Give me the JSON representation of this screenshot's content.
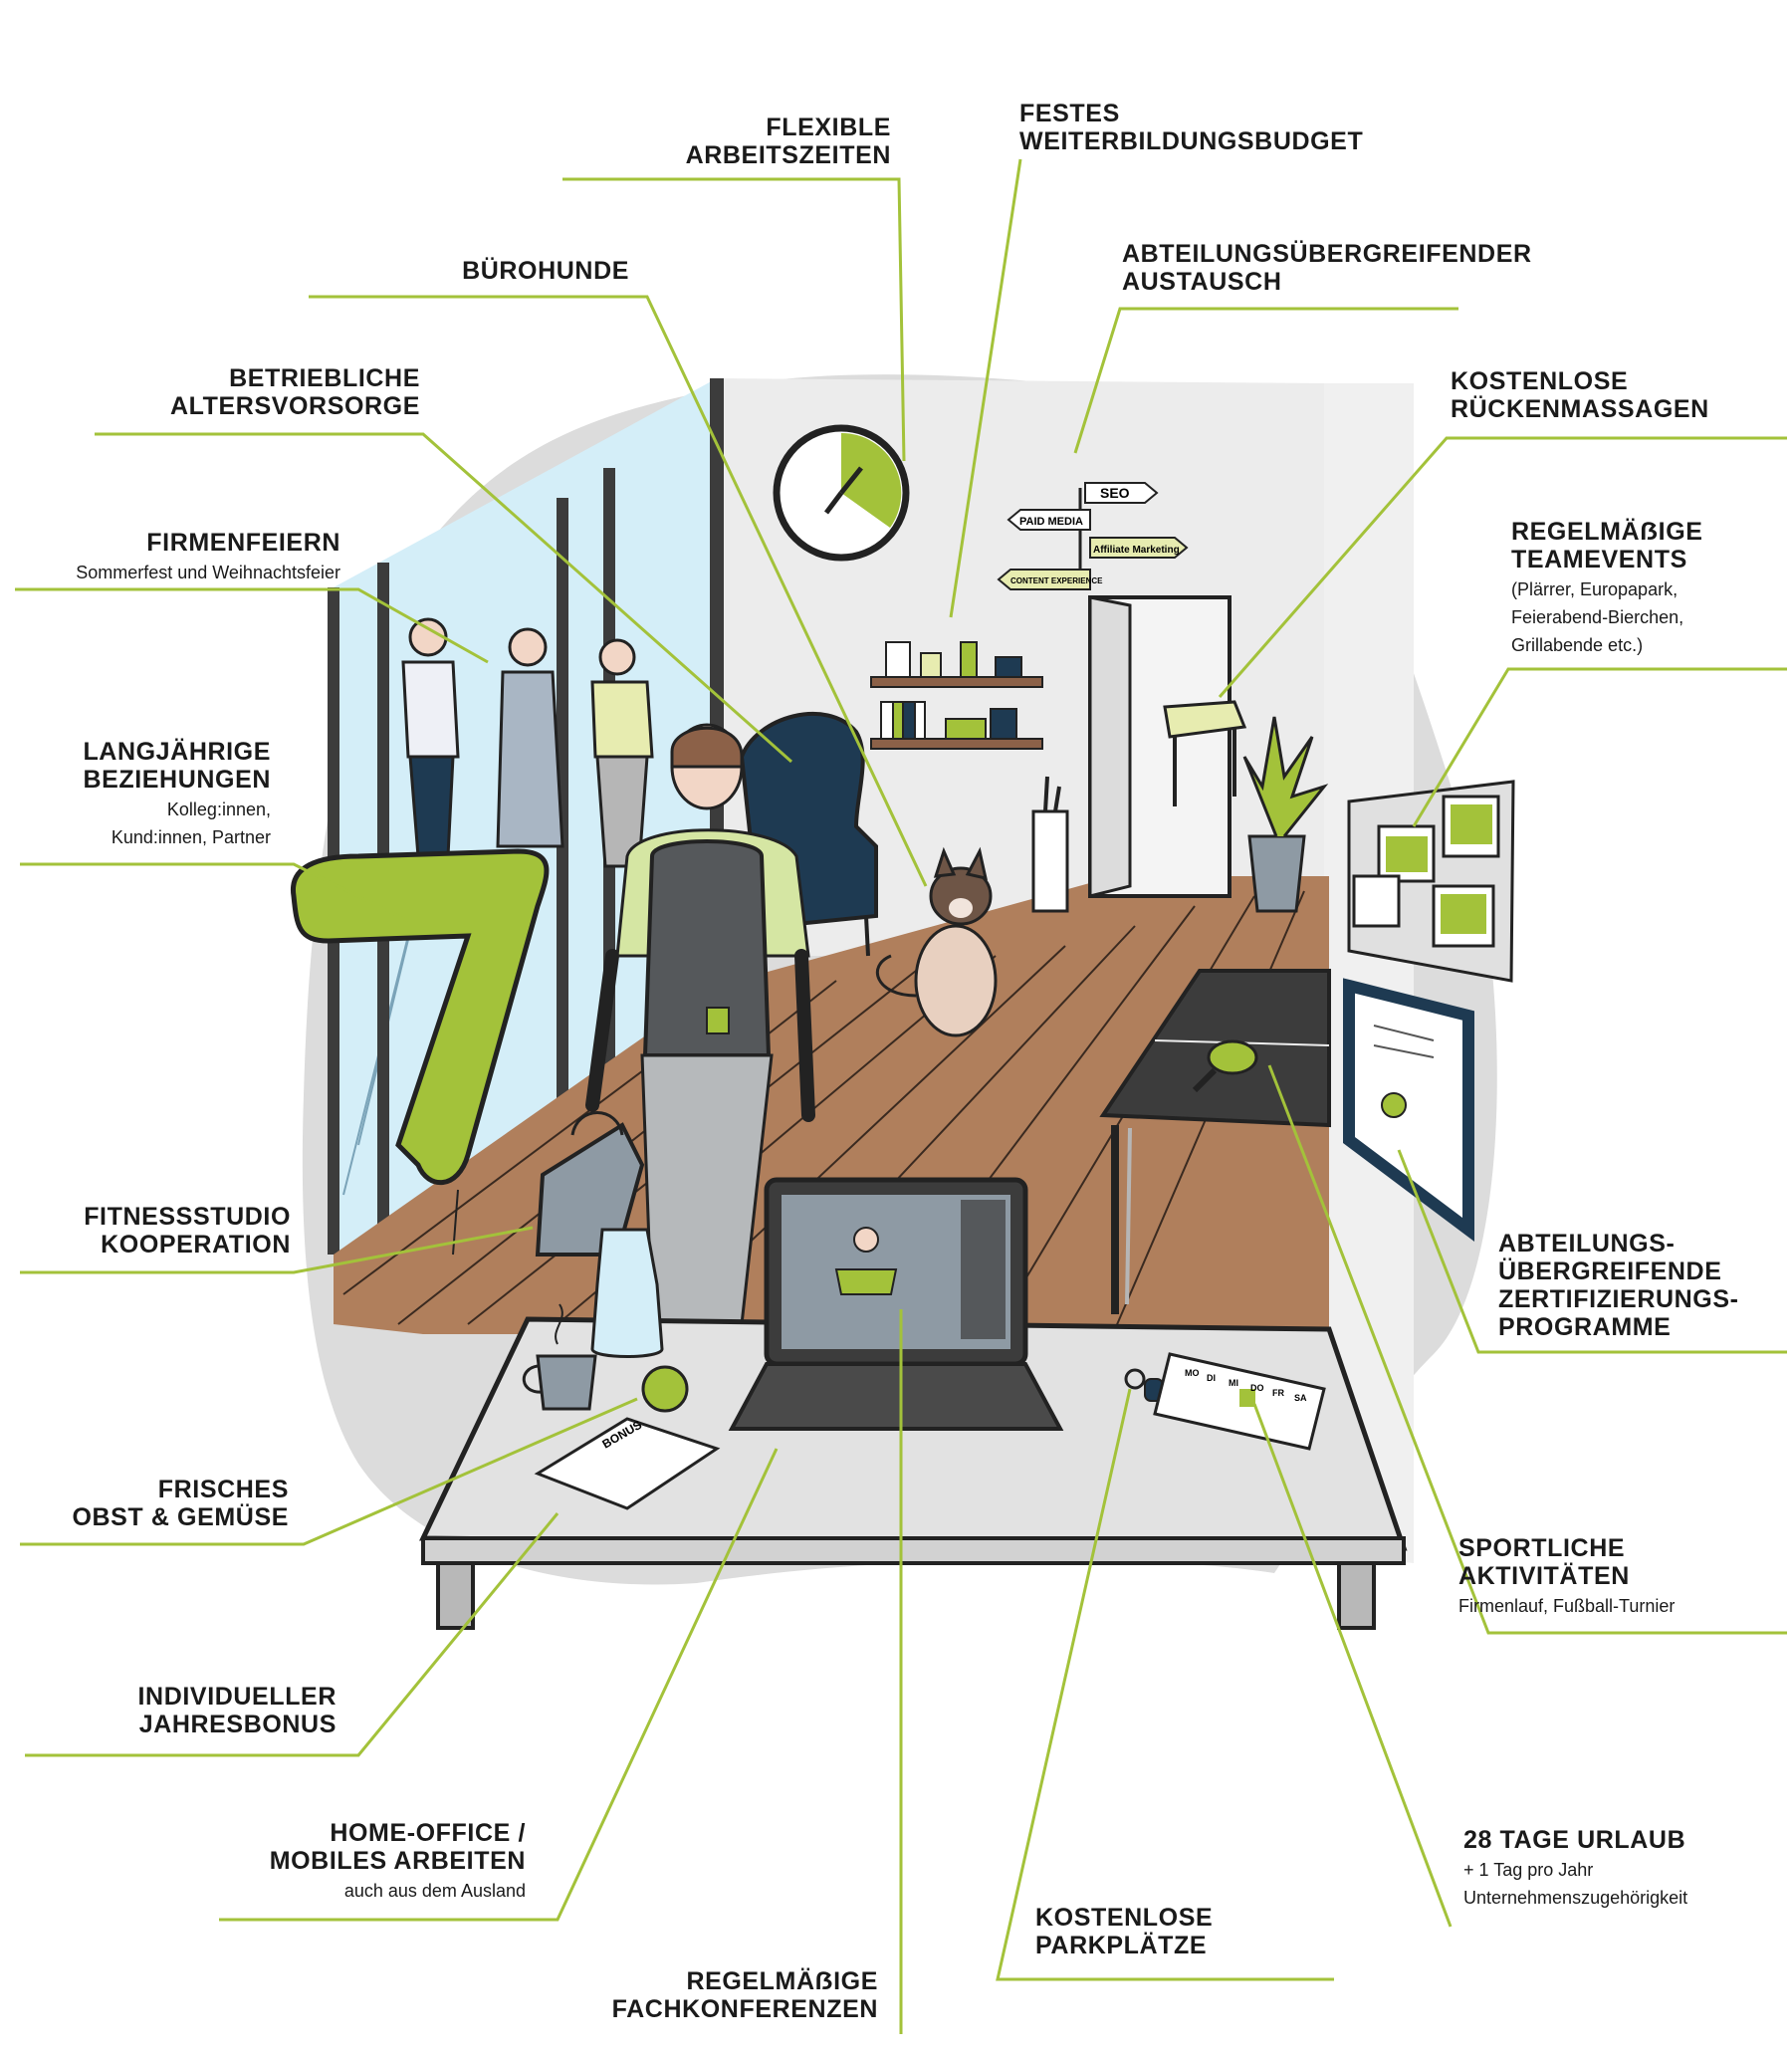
{
  "colors": {
    "accent": "#a3c23a",
    "outline": "#222222",
    "floor": "#b07f5c",
    "navy": "#1e3a52",
    "wall": "#e3e3e3"
  },
  "labels": {
    "flexible": {
      "title": "FLEXIBLE\nARBEITSZEITEN"
    },
    "budget": {
      "title": "FESTES\nWEITERBILDUNGSBUDGET"
    },
    "buerohunde": {
      "title": "BÜROHUNDE"
    },
    "austausch": {
      "title": "ABTEILUNGSÜBERGREIFENDER\nAUSTAUSCH"
    },
    "massagen": {
      "title": "KOSTENLOSE\nRÜCKENMASSAGEN"
    },
    "altersvorsorge": {
      "title": "BETRIEBLICHE\nALTERSVORSORGE"
    },
    "firmenfeiern": {
      "title": "FIRMENFEIERN",
      "sub": "Sommerfest und Weihnachtsfeier"
    },
    "teamevents": {
      "title": "REGELMÄẞIGE\nTEAMEVENTS",
      "sub": "(Plärrer, Europapark,\nFeierabend-Bierchen,\nGrillabende etc.)"
    },
    "beziehungen": {
      "title": "LANGJÄHRIGE\nBEZIEHUNGEN",
      "sub": "Kolleg:innen,\nKund:innen, Partner"
    },
    "fitness": {
      "title": "FITNESSSTUDIO\nKOOPERATION"
    },
    "zertifizierung": {
      "title": "ABTEILUNGS-\nÜBERGREIFENDE\nZERTIFIZIERUNGS-\nPROGRAMME"
    },
    "obst": {
      "title": "FRISCHES\nOBST & GEMÜSE"
    },
    "sport": {
      "title": "SPORTLICHE\nAKTIVITÄTEN",
      "sub": "Firmenlauf, Fußball-Turnier"
    },
    "bonus": {
      "title": "INDIVIDUELLER\nJAHRESBONUS"
    },
    "homeoffice": {
      "title": "HOME-OFFICE /\nMOBILES ARBEITEN",
      "sub": "auch aus dem Ausland"
    },
    "urlaub": {
      "title": "28 TAGE URLAUB",
      "sub": "+ 1 Tag pro Jahr\nUnternehmenszugehörigkeit"
    },
    "parkplaetze": {
      "title": "KOSTENLOSE\nPARKPLÄTZE"
    },
    "konferenzen": {
      "title": "REGELMÄẞIGE\nFACHKONFERENZEN"
    }
  },
  "signs": {
    "seo": "SEO",
    "paid": "PAID MEDIA",
    "affiliate": "Affiliate Marketing",
    "content": "CONTENT EXPERIENCE"
  },
  "balloon": "7",
  "booklet": "BONUS",
  "calendar_days": [
    "MO",
    "DI",
    "MI",
    "DO",
    "FR",
    "SA"
  ]
}
